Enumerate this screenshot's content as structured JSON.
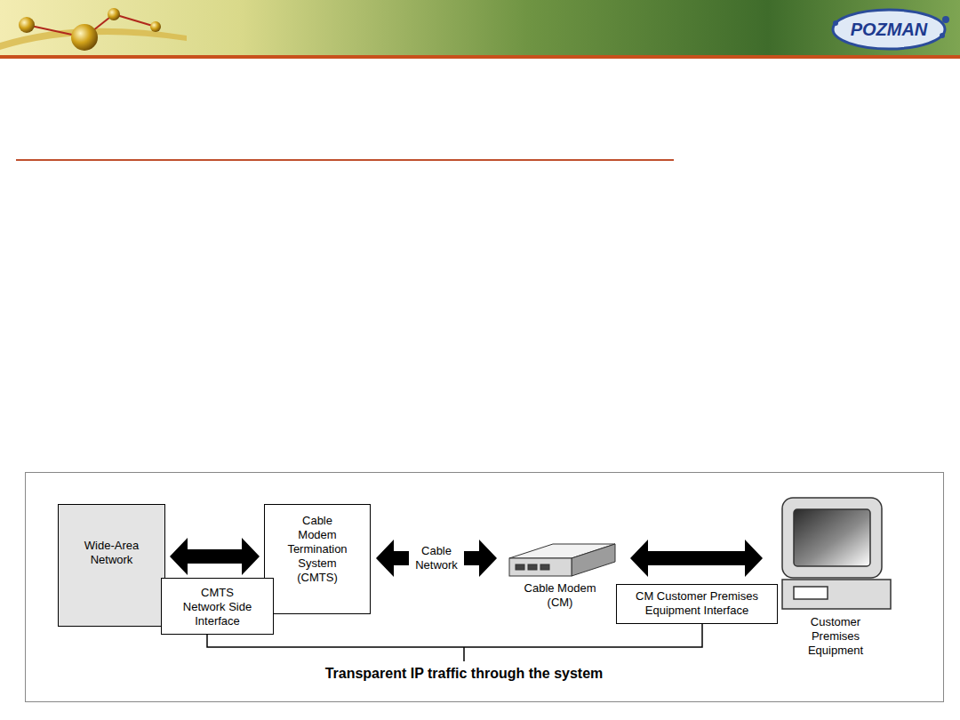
{
  "diagram": {
    "nodes": [
      {
        "text": [
          "Wide-Area Network"
        ]
      },
      {
        "text": [
          "Cable Modem Termination System (CMTS)"
        ]
      },
      {
        "text": [
          "CMTS Network Side Interface"
        ]
      },
      {
        "text": [
          "Cable Modem (CM)"
        ]
      },
      {
        "text": [
          "CM Customer Premises Equipment Interface"
        ]
      },
      {
        "text": [
          "Customer Premises Equipment"
        ]
      }
    ],
    "edges": [
      {
        "from": 0,
        "to": 1,
        "arrow": "both"
      },
      {
        "from": 1,
        "to": 3,
        "label": "Cable Network",
        "arrow": "both"
      },
      {
        "from": 3,
        "to": 5,
        "arrow": "both"
      }
    ],
    "labels": [
      "POZMAN",
      "Transparent IP traffic through the system"
    ]
  }
}
